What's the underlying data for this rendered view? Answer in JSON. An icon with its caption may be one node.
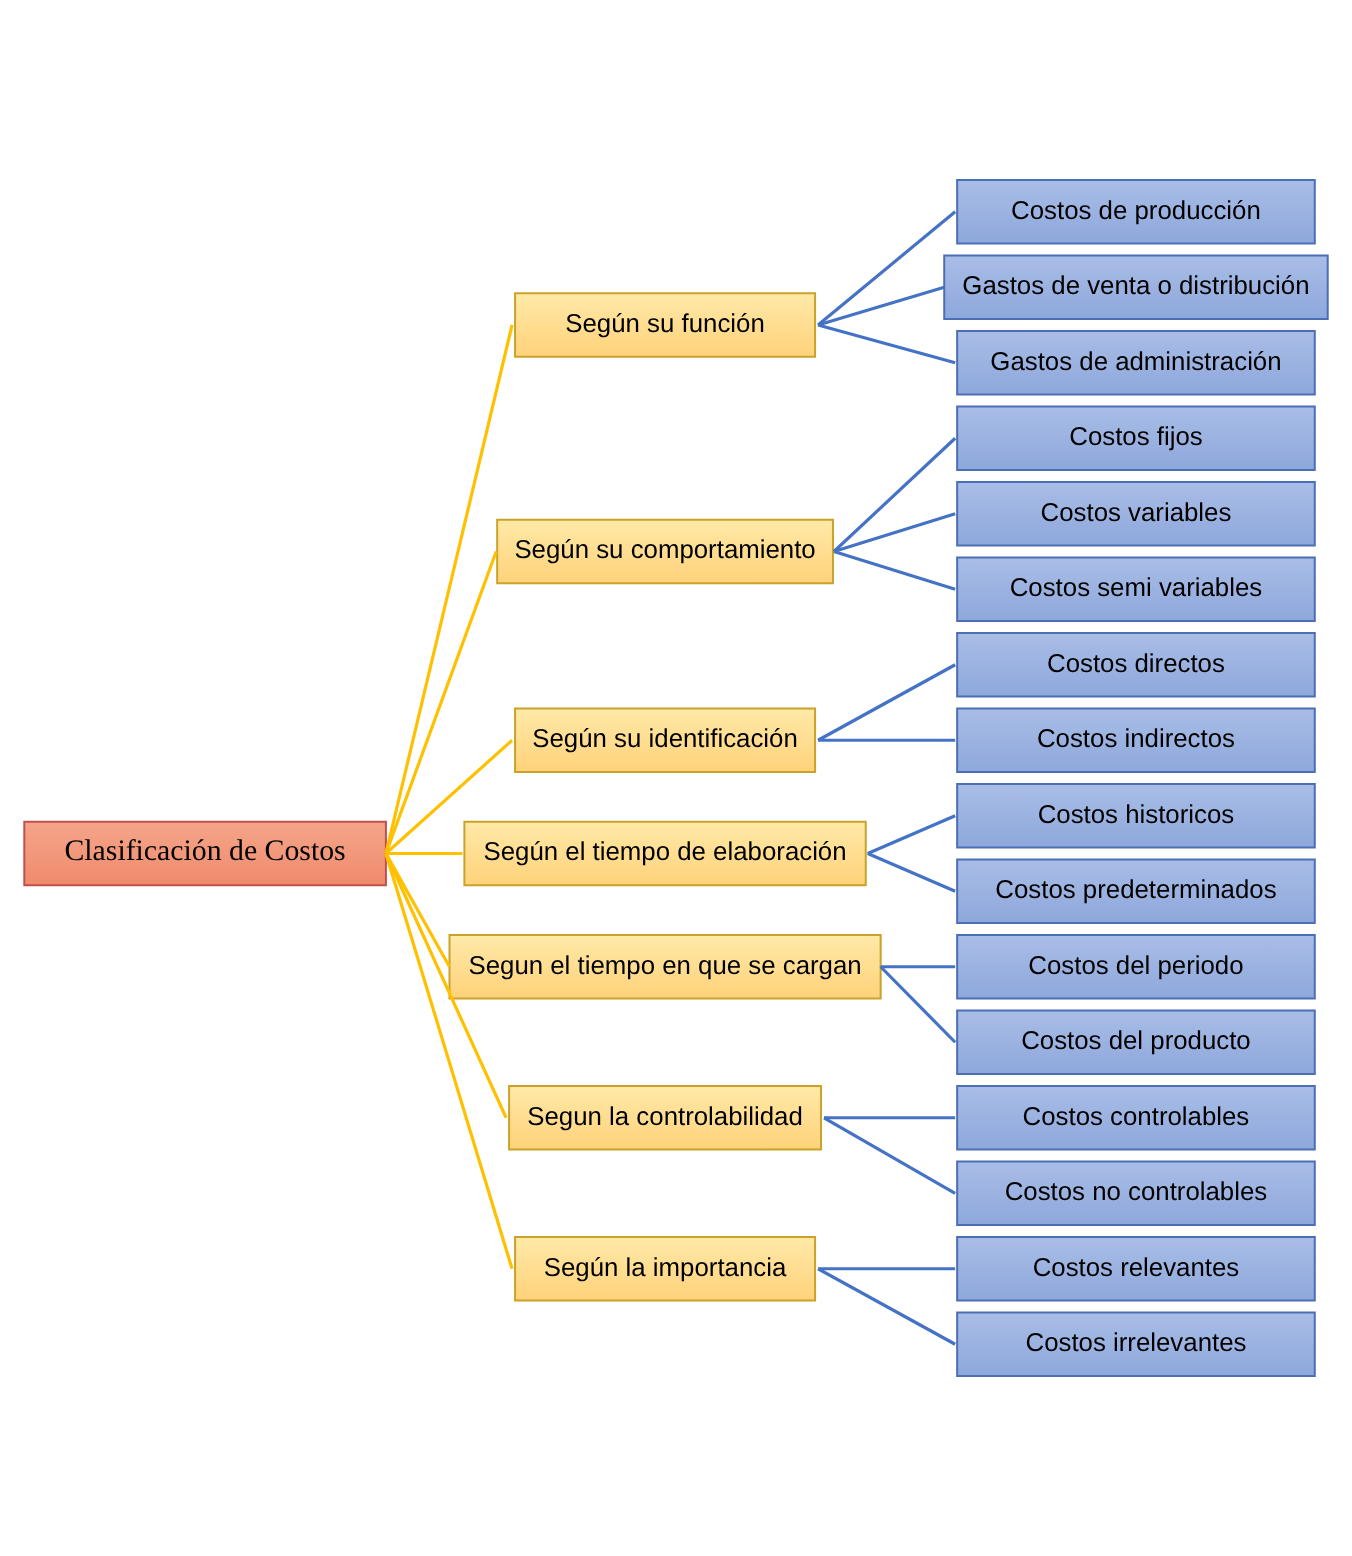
{
  "diagram": {
    "nodes": [
      {
        "text": [
          "Clasificación de Costos"
        ]
      },
      {
        "text": [
          "Según su función"
        ]
      },
      {
        "text": [
          "Costos de producción"
        ]
      },
      {
        "text": [
          "Gastos de venta o distribución"
        ]
      },
      {
        "text": [
          "Gastos de administración"
        ]
      },
      {
        "text": [
          "Según su comportamiento"
        ]
      },
      {
        "text": [
          "Costos fijos"
        ]
      },
      {
        "text": [
          "Costos variables"
        ]
      },
      {
        "text": [
          "Costos semi variables"
        ]
      },
      {
        "text": [
          "Según su identificación"
        ]
      },
      {
        "text": [
          "Costos directos"
        ]
      },
      {
        "text": [
          "Costos indirectos"
        ]
      },
      {
        "text": [
          "Según el tiempo de elaboración"
        ]
      },
      {
        "text": [
          "Costos historicos"
        ]
      },
      {
        "text": [
          "Costos predeterminados"
        ]
      },
      {
        "text": [
          "Segun el tiempo en que se cargan"
        ]
      },
      {
        "text": [
          "Costos del periodo"
        ]
      },
      {
        "text": [
          "Costos del producto"
        ]
      },
      {
        "text": [
          "Segun la controlabilidad"
        ]
      },
      {
        "text": [
          "Costos controlables"
        ]
      },
      {
        "text": [
          "Costos no controlables"
        ]
      },
      {
        "text": [
          "Según la importancia"
        ]
      },
      {
        "text": [
          "Costos relevantes"
        ]
      },
      {
        "text": [
          "Costos irrelevantes"
        ]
      }
    ],
    "edges": [
      {
        "from": 0,
        "to": 1,
        "arrow": "none",
        "color": "#ffc000"
      },
      {
        "from": 0,
        "to": 5,
        "arrow": "none",
        "color": "#ffc000"
      },
      {
        "from": 0,
        "to": 9,
        "arrow": "none",
        "color": "#ffc000"
      },
      {
        "from": 0,
        "to": 12,
        "arrow": "none",
        "color": "#ffc000"
      },
      {
        "from": 0,
        "to": 15,
        "arrow": "none",
        "color": "#ffc000"
      },
      {
        "from": 0,
        "to": 18,
        "arrow": "none",
        "color": "#ffc000"
      },
      {
        "from": 0,
        "to": 21,
        "arrow": "none",
        "color": "#ffc000"
      },
      {
        "from": 1,
        "to": 2,
        "arrow": "none"
      },
      {
        "from": 1,
        "to": 3,
        "arrow": "none"
      },
      {
        "from": 1,
        "to": 4,
        "arrow": "none"
      },
      {
        "from": 5,
        "to": 6,
        "arrow": "none"
      },
      {
        "from": 5,
        "to": 7,
        "arrow": "none"
      },
      {
        "from": 5,
        "to": 8,
        "arrow": "none"
      },
      {
        "from": 9,
        "to": 10,
        "arrow": "none"
      },
      {
        "from": 9,
        "to": 11,
        "arrow": "none"
      },
      {
        "from": 12,
        "to": 13,
        "arrow": "none"
      },
      {
        "from": 12,
        "to": 14,
        "arrow": "none"
      },
      {
        "from": 15,
        "to": 16,
        "arrow": "none"
      },
      {
        "from": 15,
        "to": 17,
        "arrow": "none"
      },
      {
        "from": 18,
        "to": 19,
        "arrow": "none"
      },
      {
        "from": 18,
        "to": 20,
        "arrow": "none"
      },
      {
        "from": 21,
        "to": 22,
        "arrow": "none"
      },
      {
        "from": 21,
        "to": 23,
        "arrow": "none"
      }
    ]
  }
}
